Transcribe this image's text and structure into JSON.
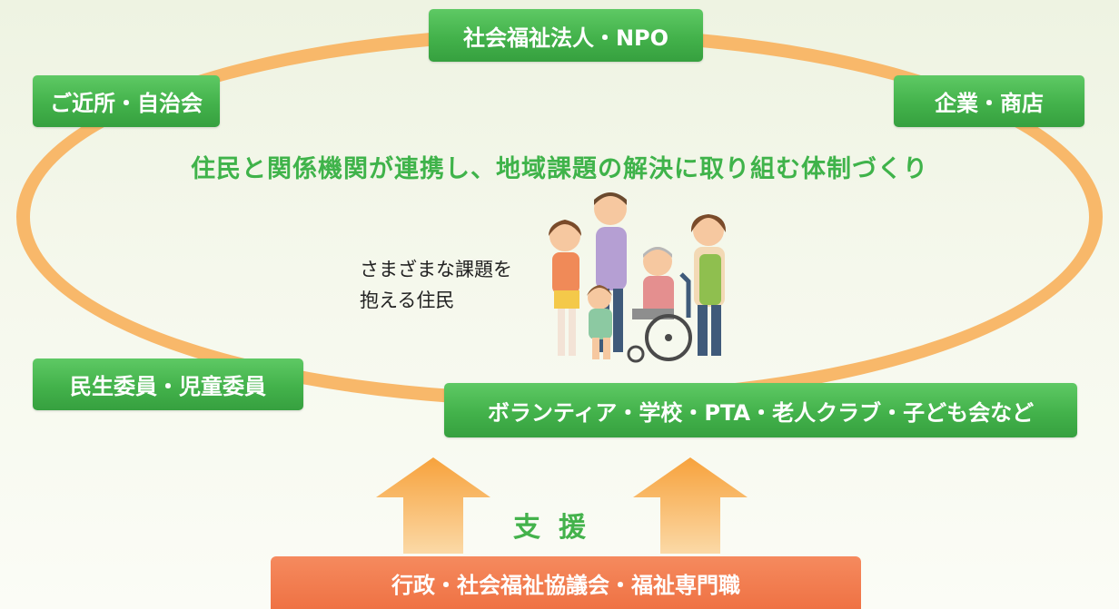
{
  "headline": "住民と関係機関が連携し、地域課題の解決に取り組む体制づくり",
  "nodes": {
    "top": "社会福祉法人・NPO",
    "top_left": "ご近所・自治会",
    "top_right": "企業・商店",
    "bottom_left": "民生委員・児童委員",
    "bottom_right": "ボランティア・学校・PTA・老人クラブ・子ども会など"
  },
  "residents": {
    "line1": "さまざまな課題を",
    "line2": "抱える住民"
  },
  "support_label": "支援",
  "bottom_box": "行政・社会福祉協議会・福祉専門職",
  "colors": {
    "ring": "#f8b86a",
    "node_green": "#43b24b",
    "headline_green": "#3fb34a",
    "bottom_orange": "#ef7244",
    "arrow_orange": "#f8a545"
  }
}
